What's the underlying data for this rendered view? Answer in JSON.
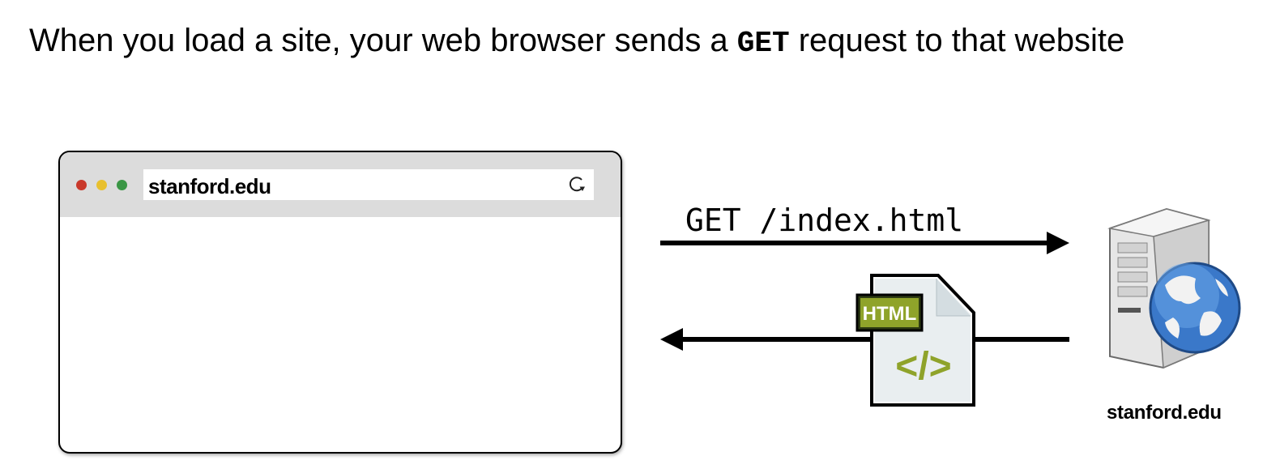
{
  "headline": {
    "prefix": "When you load a site, your web browser sends a ",
    "code": "GET",
    "suffix": " request to that website"
  },
  "browser": {
    "url": "stanford.edu",
    "reload_icon": "reload-icon",
    "window_controls": [
      "close",
      "minimize",
      "maximize"
    ]
  },
  "request": {
    "label": "GET /index.html"
  },
  "response": {
    "file_badge": "HTML",
    "file_symbol": "</>",
    "file_icon": "html-file-icon"
  },
  "server": {
    "label": "stanford.edu",
    "icon": "server-globe-icon"
  },
  "colors": {
    "close": "#c9392b",
    "minimize": "#e8c02e",
    "maximize": "#3a9645",
    "html_badge": "#8fa32a",
    "globe": "#3a78c9"
  }
}
